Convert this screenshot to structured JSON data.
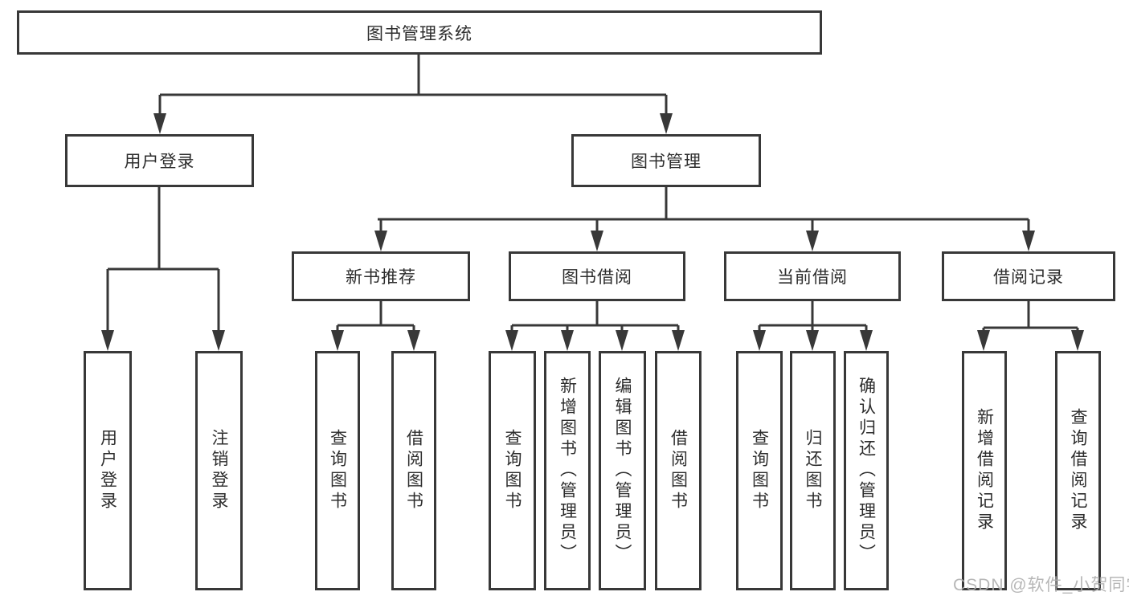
{
  "diagram": {
    "type": "hierarchy-tree",
    "colors": {
      "line": "#383838",
      "box_border": "#383838",
      "box_fill": "#ffffff",
      "text": "#2d2d2d",
      "watermark": "#afafaf"
    },
    "tree": {
      "root": {
        "label": "图书管理系统"
      },
      "branches": [
        {
          "label": "用户登录",
          "children": [
            {
              "label": "用户登录"
            },
            {
              "label": "注销登录"
            }
          ]
        },
        {
          "label": "图书管理",
          "children": [
            {
              "label": "新书推荐",
              "children": [
                {
                  "label": "查询图书"
                },
                {
                  "label": "借阅图书"
                }
              ]
            },
            {
              "label": "图书借阅",
              "children": [
                {
                  "label": "查询图书"
                },
                {
                  "label": "新增图书（管理员）"
                },
                {
                  "label": "编辑图书（管理员）"
                },
                {
                  "label": "借阅图书"
                }
              ]
            },
            {
              "label": "当前借阅",
              "children": [
                {
                  "label": "查询图书"
                },
                {
                  "label": "归还图书"
                },
                {
                  "label": "确认归还（管理员）"
                }
              ]
            },
            {
              "label": "借阅记录",
              "children": [
                {
                  "label": "新增借阅记录"
                },
                {
                  "label": "查询借阅记录"
                }
              ]
            }
          ]
        }
      ]
    },
    "watermark": "CSDN @软件_小贺同学"
  }
}
